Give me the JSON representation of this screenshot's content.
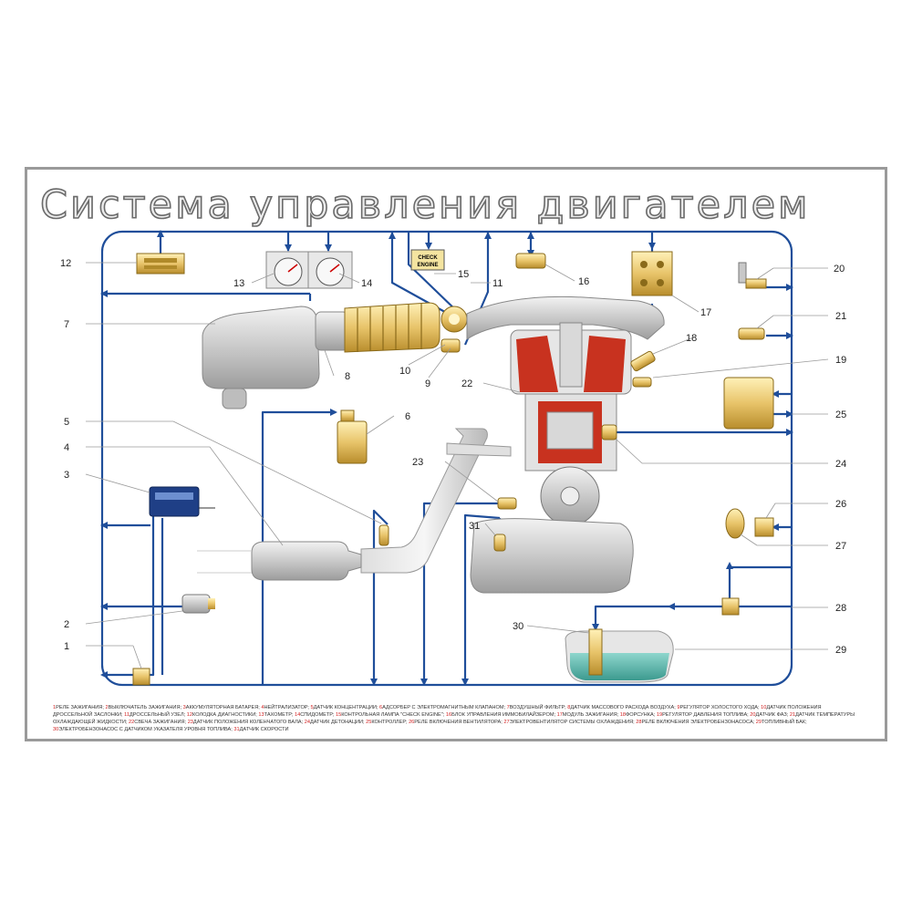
{
  "title": "Система управления двигателем",
  "check_engine": [
    "CHECK",
    "ENGINE"
  ],
  "callouts": [
    "1",
    "2",
    "3",
    "4",
    "5",
    "6",
    "7",
    "8",
    "9",
    "10",
    "11",
    "12",
    "13",
    "14",
    "15",
    "16",
    "17",
    "18",
    "19",
    "20",
    "21",
    "22",
    "23",
    "24",
    "25",
    "26",
    "27",
    "28",
    "29",
    "30",
    "31"
  ],
  "legend": [
    {
      "num": "1",
      "text": "реле зажигания;"
    },
    {
      "num": "2",
      "text": "выключатель зажигания;"
    },
    {
      "num": "3",
      "text": "аккумуляторная батарея;"
    },
    {
      "num": "4",
      "text": "нейтрализатор;"
    },
    {
      "num": "5",
      "text": "датчик концентрации;"
    },
    {
      "num": "6",
      "text": "адсорбер с электромагнитным клапаном;"
    },
    {
      "num": "7",
      "text": "воздушный фильтр;"
    },
    {
      "num": "8",
      "text": "датчик массового расхода воздуха;"
    },
    {
      "num": "9",
      "text": "регулятор холостого хода;"
    },
    {
      "num": "10",
      "text": "датчик положения дроссельной заслонки;"
    },
    {
      "num": "11",
      "text": "дроссельный узел;"
    },
    {
      "num": "12",
      "text": "колодка диагностики;"
    },
    {
      "num": "13",
      "text": "тахометр;"
    },
    {
      "num": "14",
      "text": "спидометр;"
    },
    {
      "num": "15",
      "text": "контрольная лампа \"check engine\";"
    },
    {
      "num": "16",
      "text": "блок управления иммобилайзером;"
    },
    {
      "num": "17",
      "text": "модуль зажигания;"
    },
    {
      "num": "18",
      "text": "форсунка;"
    },
    {
      "num": "19",
      "text": "регулятор давления топлива;"
    },
    {
      "num": "20",
      "text": "датчик фаз;"
    },
    {
      "num": "21",
      "text": "датчик температуры охлаждающей жидкости;"
    },
    {
      "num": "22",
      "text": "свеча зажигания;"
    },
    {
      "num": "23",
      "text": "датчик положения коленчатого вала;"
    },
    {
      "num": "24",
      "text": "датчик детонации;"
    },
    {
      "num": "25",
      "text": "контроллер;"
    },
    {
      "num": "26",
      "text": "реле включения вентилятора;"
    },
    {
      "num": "27",
      "text": "электровентилятор системы охлаждения;"
    },
    {
      "num": "28",
      "text": "реле включения электробензонасоса;"
    },
    {
      "num": "29",
      "text": "топливный бак;"
    },
    {
      "num": "30",
      "text": "электробензонасос с датчиком указателя уровня топлива;"
    },
    {
      "num": "31",
      "text": "датчик скорости"
    }
  ],
  "colors": {
    "wire": "#1f4e9a",
    "brass": "#e8c46a",
    "red": "#c8321f",
    "grey": "#c8c8c8",
    "frame": "#9a9a9a"
  }
}
